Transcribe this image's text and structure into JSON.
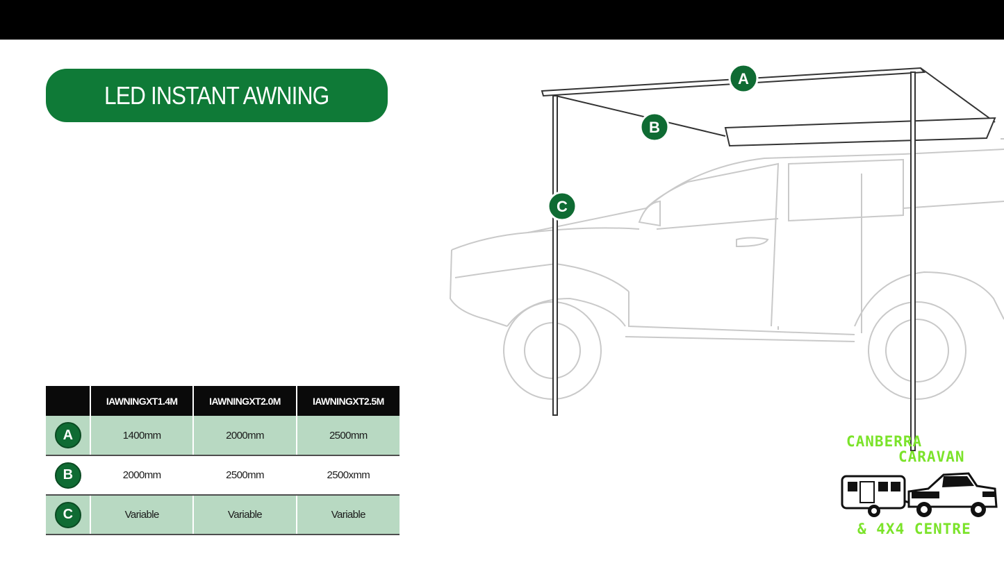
{
  "title": "LED INSTANT AWNING",
  "table": {
    "columns": [
      "IAWNINGXT1.4M",
      "IAWNINGXT2.0M",
      "IAWNINGXT2.5M"
    ],
    "rows": [
      {
        "label": "A",
        "values": [
          "1400mm",
          "2000mm",
          "2500mm"
        ]
      },
      {
        "label": "B",
        "values": [
          "2000mm",
          "2500mm",
          "2500xmm"
        ]
      },
      {
        "label": "C",
        "values": [
          "Variable",
          "Variable",
          "Variable"
        ]
      }
    ]
  },
  "diagram": {
    "callouts": [
      "A",
      "B",
      "C"
    ]
  },
  "logo": {
    "line1": "CANBERRA",
    "line2": "CARAVAN",
    "line3": "& 4X4 CENTRE"
  },
  "colors": {
    "brand_green": "#0f7a37",
    "table_shade": "#b8d9c2",
    "logo_green": "#7be32a"
  }
}
